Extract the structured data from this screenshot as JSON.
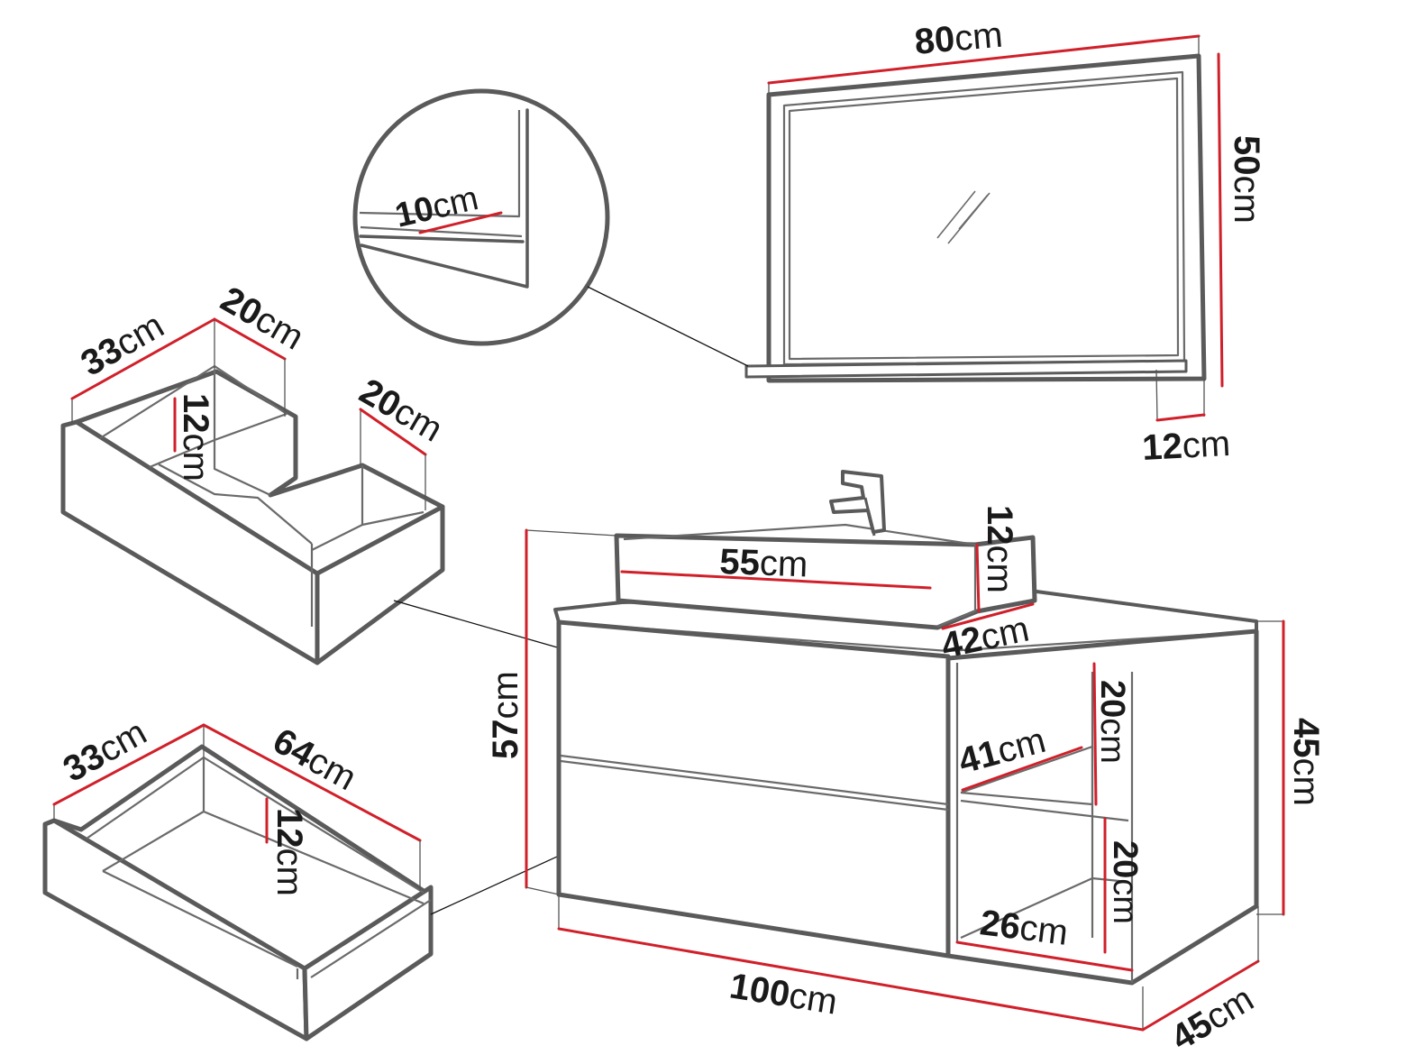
{
  "colors": {
    "dimension_line": "#d0202a",
    "outline": "#5a5a5a",
    "background": "#ffffff"
  },
  "labels": {
    "mirror_width": {
      "num": "80",
      "unit": "cm"
    },
    "mirror_height": {
      "num": "50",
      "unit": "cm"
    },
    "mirror_shelf_depth": {
      "num": "12",
      "unit": "cm"
    },
    "mirror_frame_detail": {
      "num": "10",
      "unit": "cm"
    },
    "small_drawer_width": {
      "num": "33",
      "unit": "cm"
    },
    "small_drawer_depth": {
      "num": "20",
      "unit": "cm"
    },
    "small_drawer_height": {
      "num": "12",
      "unit": "cm"
    },
    "small_drawer_notch": {
      "num": "20",
      "unit": "cm"
    },
    "large_drawer_width": {
      "num": "33",
      "unit": "cm"
    },
    "large_drawer_depth": {
      "num": "64",
      "unit": "cm"
    },
    "large_drawer_height": {
      "num": "12",
      "unit": "cm"
    },
    "basin_width": {
      "num": "55",
      "unit": "cm"
    },
    "basin_height": {
      "num": "12",
      "unit": "cm"
    },
    "basin_depth": {
      "num": "42",
      "unit": "cm"
    },
    "cabinet_total_height": {
      "num": "57",
      "unit": "cm"
    },
    "cabinet_width": {
      "num": "100",
      "unit": "cm"
    },
    "cabinet_depth": {
      "num": "45",
      "unit": "cm"
    },
    "cabinet_body_height": {
      "num": "45",
      "unit": "cm"
    },
    "shelf_upper_height": {
      "num": "20",
      "unit": "cm"
    },
    "shelf_lower_height": {
      "num": "20",
      "unit": "cm"
    },
    "shelf_width": {
      "num": "41",
      "unit": "cm"
    },
    "shelf_lower_depth": {
      "num": "26",
      "unit": "cm"
    }
  }
}
